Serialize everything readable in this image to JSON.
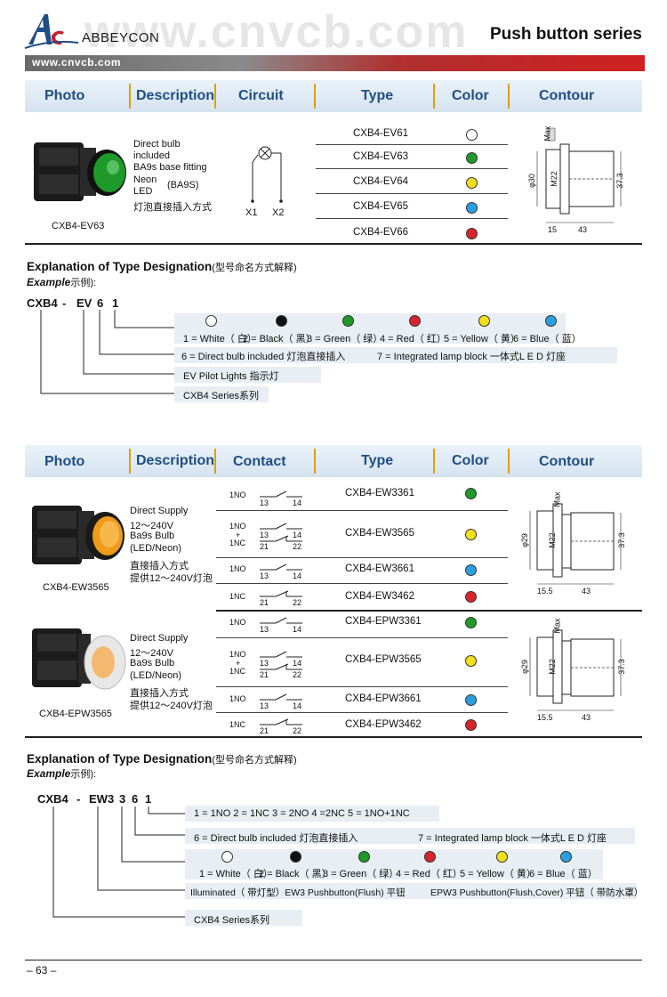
{
  "header": {
    "brand": "ABBEYCON",
    "logo_text": "Ac",
    "title": "Push button series",
    "url": "www.cnvcb.com",
    "watermark": "www.cnvcb.com"
  },
  "colors": {
    "header_text": "#1f4e86",
    "separator": "#e0a000",
    "white": "#ffffff",
    "black": "#111111",
    "green": "#1e9a2a",
    "red": "#d8232a",
    "yellow": "#f2e11a",
    "blue": "#2a9fe0",
    "orange": "#f09a1a"
  },
  "table1": {
    "headers": [
      "Photo",
      "Description",
      "Circuit",
      "Type",
      "Color",
      "Contour"
    ],
    "description": [
      "Direct bulb",
      "included",
      "BA9s base fitting",
      "Neon",
      "LED",
      "(BA9S)",
      "灯泡直接插入方式"
    ],
    "photo_caption": "CXB4-EV63",
    "circuit_labels": [
      "X1",
      "X2"
    ],
    "rows": [
      {
        "type": "CXB4-EV61",
        "color": "white"
      },
      {
        "type": "CXB4-EV63",
        "color": "green"
      },
      {
        "type": "CXB4-EV64",
        "color": "yellow"
      },
      {
        "type": "CXB4-EV65",
        "color": "blue"
      },
      {
        "type": "CXB4-EV66",
        "color": "red"
      }
    ],
    "contour_dims": [
      "Max",
      "M22",
      "φ30",
      "37.3",
      "15",
      "43"
    ]
  },
  "explain1": {
    "heading": "Explanation of Type Designation",
    "heading_cn": "(型号命名方式解释)",
    "example": "Example",
    "example_cn": "示例):",
    "code": [
      "CXB4",
      "-",
      "EV",
      "6",
      "1"
    ],
    "colors_line": [
      "1 = White（ 白）",
      "2 = Black（ 黑）",
      "3 = Green（ 绿）",
      "4 = Red（ 红）",
      "5 = Yellow（ 黄）",
      "6 = Blue（ 蓝）"
    ],
    "line2a": "6 = Direct bulb included 灯泡直接插入",
    "line2b": "7 = Integrated lamp block 一体式L E D 灯座",
    "line3": "EV    Pilot  Lights 指示灯",
    "line4": "CXB4 Series系列"
  },
  "table2": {
    "headers": [
      "Photo",
      "Description",
      "Contact",
      "Type",
      "Color",
      "Contour"
    ],
    "desc": [
      "Direct Supply",
      "12～240V",
      "Ba9s Bulb",
      "(LED/Neon)",
      "直接插入方式",
      "提供12～240V灯泡"
    ],
    "caption1": "CXB4-EW3565",
    "caption2": "CXB4-EPW3565",
    "contacts": [
      "1NO",
      "1NO",
      "+",
      "1NC",
      "1NO",
      "1NC"
    ],
    "terminals": [
      "13",
      "14",
      "21",
      "22"
    ],
    "rows1": [
      {
        "type": "CXB4-EW3361",
        "color": "green"
      },
      {
        "type": "CXB4-EW3565",
        "color": "yellow"
      },
      {
        "type": "CXB4-EW3661",
        "color": "blue"
      },
      {
        "type": "CXB4-EW3462",
        "color": "red"
      }
    ],
    "rows2": [
      {
        "type": "CXB4-EPW3361",
        "color": "green"
      },
      {
        "type": "CXB4-EPW3565",
        "color": "yellow"
      },
      {
        "type": "CXB4-EPW3661",
        "color": "blue"
      },
      {
        "type": "CXB4-EPW3462",
        "color": "red"
      }
    ],
    "contour_dims": [
      "Max",
      "M22",
      "φ29",
      "37.3",
      "15.5",
      "43"
    ]
  },
  "explain2": {
    "heading": "Explanation of Type Designation",
    "heading_cn": "(型号命名方式解释)",
    "example": "Example",
    "example_cn": "示例):",
    "code": [
      "CXB4",
      "-",
      "EW3",
      "3",
      "6",
      "1"
    ],
    "line1": "1 = 1NO   2 = 1NC  3 = 2NO 4 =2NC 5 = 1NO+1NC",
    "line2a": "6 = Direct bulb included 灯泡直接插入",
    "line2b": "7 = Integrated lamp block 一体式L E D 灯座",
    "colors_line": [
      "1 = White（ 白）",
      "2 = Black（ 黑）",
      "3 = Green（ 绿）",
      "4 = Red（ 红）",
      "5 = Yellow（ 黄）",
      "6 = Blue（ 蓝）"
    ],
    "line4a": "Illuminated（ 带灯型）EW3  Pushbutton(Flush) 平钮",
    "line4b": "EPW3  Pushbutton(Flush,Cover) 平钮（ 带防水罩）",
    "line5": "CXB4 Series系列"
  },
  "footer": {
    "page": "– 63 –"
  }
}
